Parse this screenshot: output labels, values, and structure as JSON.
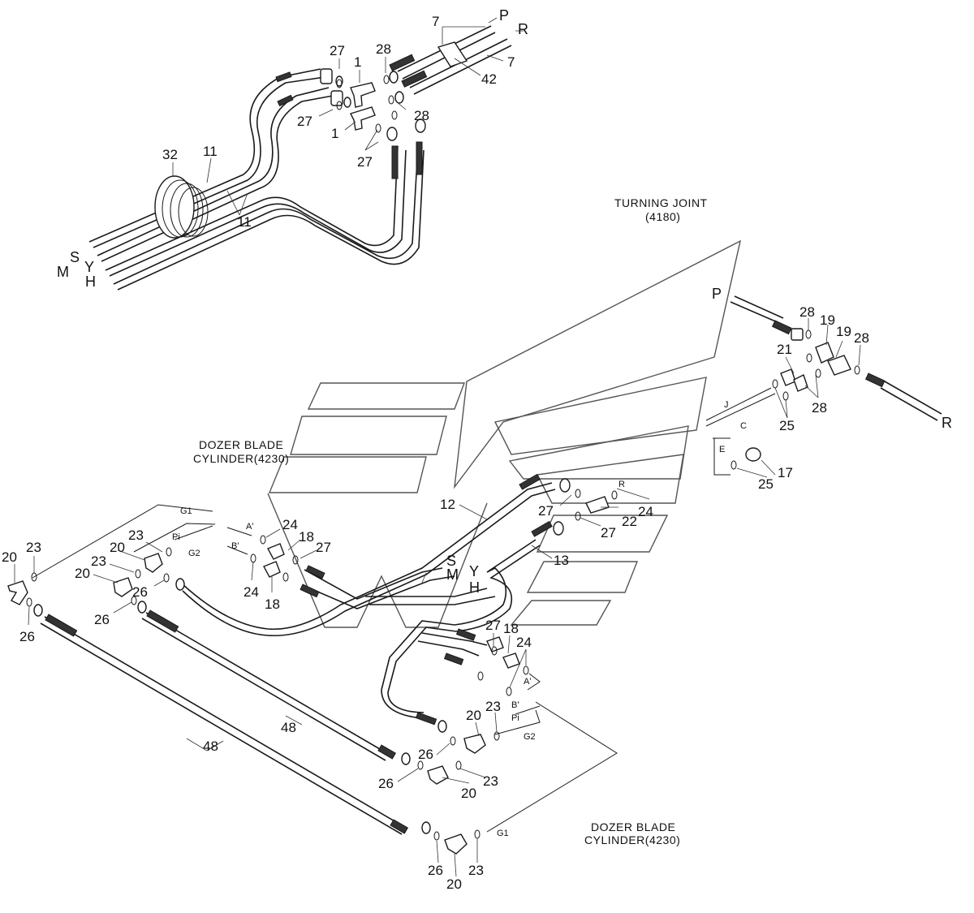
{
  "top_assembly": {
    "ports": {
      "S": "S",
      "M": "M",
      "Y": "Y",
      "H": "H",
      "P": "P",
      "R": "R"
    },
    "callouts": {
      "c7a": "7",
      "c7b": "7",
      "c42": "42",
      "c32": "32",
      "c11a": "11",
      "c11b": "11",
      "c27a": "27",
      "c27b": "27",
      "c27c": "27",
      "c1a": "1",
      "c1b": "1",
      "c28a": "28",
      "c28b": "28"
    }
  },
  "turning_joint": {
    "title": "TURNING JOINT",
    "code": "(4180)",
    "ports": {
      "P": "P",
      "R": "R",
      "J": "J",
      "C": "C",
      "E": "E"
    },
    "callouts": {
      "c28a": "28",
      "c28b": "28",
      "c28c": "28",
      "c19a": "19",
      "c19b": "19",
      "c21": "21",
      "c25a": "25",
      "c25b": "25",
      "c17": "17"
    }
  },
  "dozer_left": {
    "title": "DOZER BLADE",
    "code": "CYLINDER(4230)",
    "ports": {
      "G1": "G1",
      "G2": "G2",
      "Pi": "Pi",
      "A": "A'",
      "B": "B'"
    },
    "callouts": {
      "c20a": "20",
      "c20b": "20",
      "c20c": "20",
      "c23a": "23",
      "c23b": "23",
      "c23c": "23",
      "c26a": "26",
      "c26b": "26",
      "c26c": "26",
      "c24a": "24",
      "c24b": "24",
      "c18a": "18",
      "c18b": "18",
      "c27": "27"
    }
  },
  "middle": {
    "ports": {
      "S": "S",
      "M": "M",
      "Y": "Y",
      "H": "H",
      "R": "R"
    },
    "callouts": {
      "c12": "12",
      "c13": "13",
      "c27a": "27",
      "c27b": "27",
      "c22": "22",
      "c24": "24",
      "c48a": "48",
      "c48b": "48"
    }
  },
  "dozer_right": {
    "title": "DOZER BLADE",
    "code": "CYLINDER(4230)",
    "ports": {
      "G1": "G1",
      "G2": "G2",
      "Pi": "Pi",
      "A": "A'",
      "B": "B'"
    },
    "callouts": {
      "c27": "27",
      "c18": "18",
      "c24": "24",
      "c23a": "23",
      "c23b": "23",
      "c23c": "23",
      "c20a": "20",
      "c20b": "20",
      "c20c": "20",
      "c26a": "26",
      "c26b": "26",
      "c26c": "26"
    }
  }
}
